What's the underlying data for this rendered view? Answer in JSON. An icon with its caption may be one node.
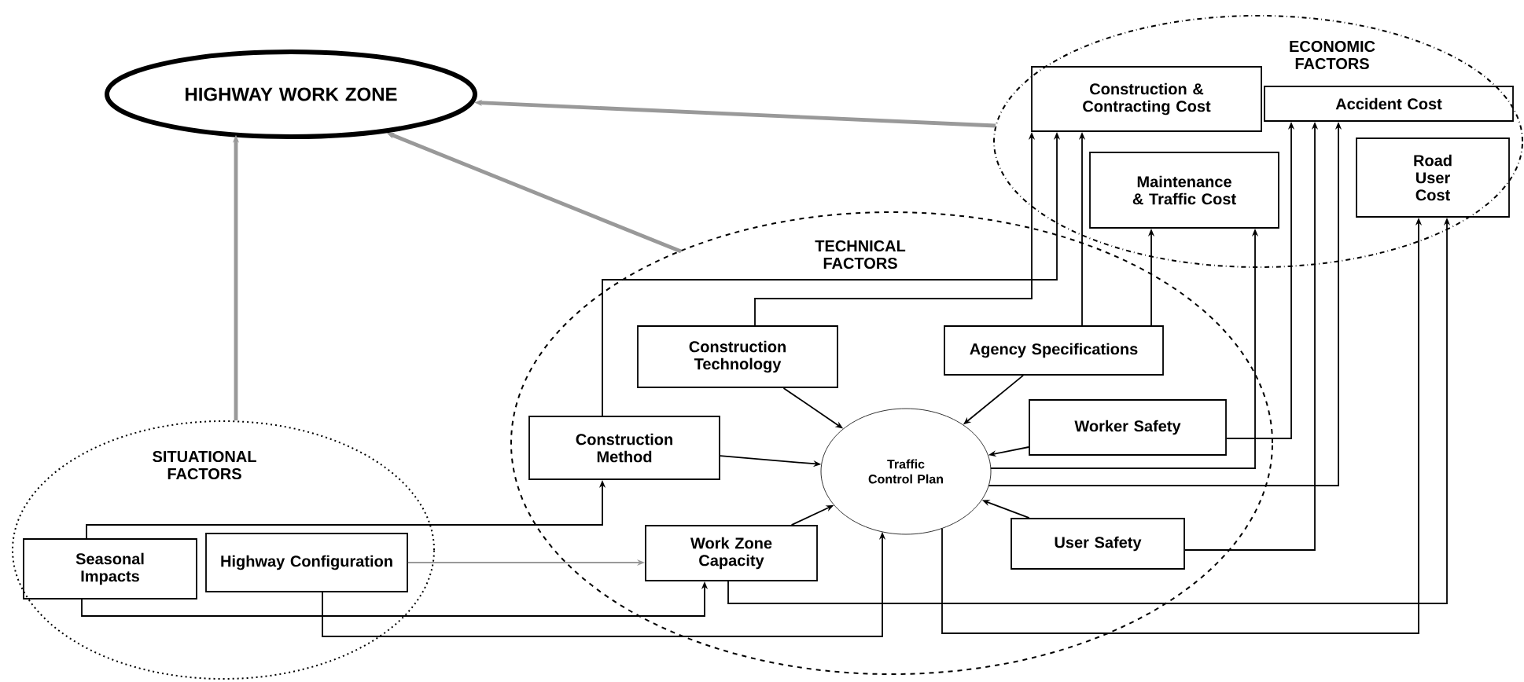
{
  "diagram": {
    "nodes": [
      {
        "text": [
          "HIGHWAY WORK ZONE"
        ]
      },
      {
        "text": [
          "ECONOMIC FACTORS"
        ]
      },
      {
        "text": [
          "Construction & Contracting Cost"
        ],
        "in": 1
      },
      {
        "text": [
          "Accident Cost"
        ],
        "in": 1
      },
      {
        "text": [
          "Maintenance & Traffic Cost"
        ],
        "in": 1
      },
      {
        "text": [
          "Road User Cost"
        ],
        "in": 1
      },
      {
        "text": [
          "TECHNICAL FACTORS"
        ]
      },
      {
        "text": [
          "Construction Technology"
        ],
        "in": 6
      },
      {
        "text": [
          "Agency Specifications"
        ],
        "in": 6
      },
      {
        "text": [
          "Construction Method"
        ],
        "in": 6
      },
      {
        "text": [
          "Traffic Control Plan"
        ],
        "in": 6
      },
      {
        "text": [
          "Worker Safety"
        ],
        "in": 6
      },
      {
        "text": [
          "Work Zone Capacity"
        ],
        "in": 6
      },
      {
        "text": [
          "User Safety"
        ],
        "in": 6
      },
      {
        "text": [
          "SITUATIONAL FACTORS"
        ]
      },
      {
        "text": [
          "Seasonal Impacts"
        ],
        "in": 14
      },
      {
        "text": [
          "Highway Configuration"
        ],
        "in": 14
      }
    ],
    "edges": [
      {
        "from": 14,
        "to": 0,
        "arrow": "to",
        "style": "thick",
        "color": "#999999"
      },
      {
        "from": 6,
        "to": 0,
        "arrow": "to",
        "style": "thick",
        "color": "#999999"
      },
      {
        "from": 1,
        "to": 0,
        "arrow": "to",
        "style": "thick",
        "color": "#999999"
      },
      {
        "from": 7,
        "to": 10,
        "arrow": "to"
      },
      {
        "from": 8,
        "to": 10,
        "arrow": "to"
      },
      {
        "from": 9,
        "to": 10,
        "arrow": "to"
      },
      {
        "from": 11,
        "to": 10,
        "arrow": "to"
      },
      {
        "from": 13,
        "to": 10,
        "arrow": "to"
      },
      {
        "from": 12,
        "to": 10,
        "arrow": "to"
      },
      {
        "from": 16,
        "to": 12,
        "arrow": "to",
        "color": "#999999"
      },
      {
        "from": 15,
        "to": 9,
        "arrow": "to"
      },
      {
        "from": 15,
        "to": 12,
        "arrow": "to"
      },
      {
        "from": 16,
        "to": 10,
        "arrow": "to"
      },
      {
        "from": 9,
        "to": 2,
        "arrow": "to"
      },
      {
        "from": 7,
        "to": 2,
        "arrow": "to"
      },
      {
        "from": 8,
        "to": 2,
        "arrow": "to"
      },
      {
        "from": 8,
        "to": 4,
        "arrow": "to"
      },
      {
        "from": 10,
        "to": 4,
        "arrow": "to"
      },
      {
        "from": 11,
        "to": 3,
        "arrow": "to"
      },
      {
        "from": 13,
        "to": 3,
        "arrow": "to"
      },
      {
        "from": 10,
        "to": 3,
        "arrow": "to"
      },
      {
        "from": 12,
        "to": 5,
        "arrow": "to"
      },
      {
        "from": 10,
        "to": 5,
        "arrow": "to"
      }
    ]
  }
}
